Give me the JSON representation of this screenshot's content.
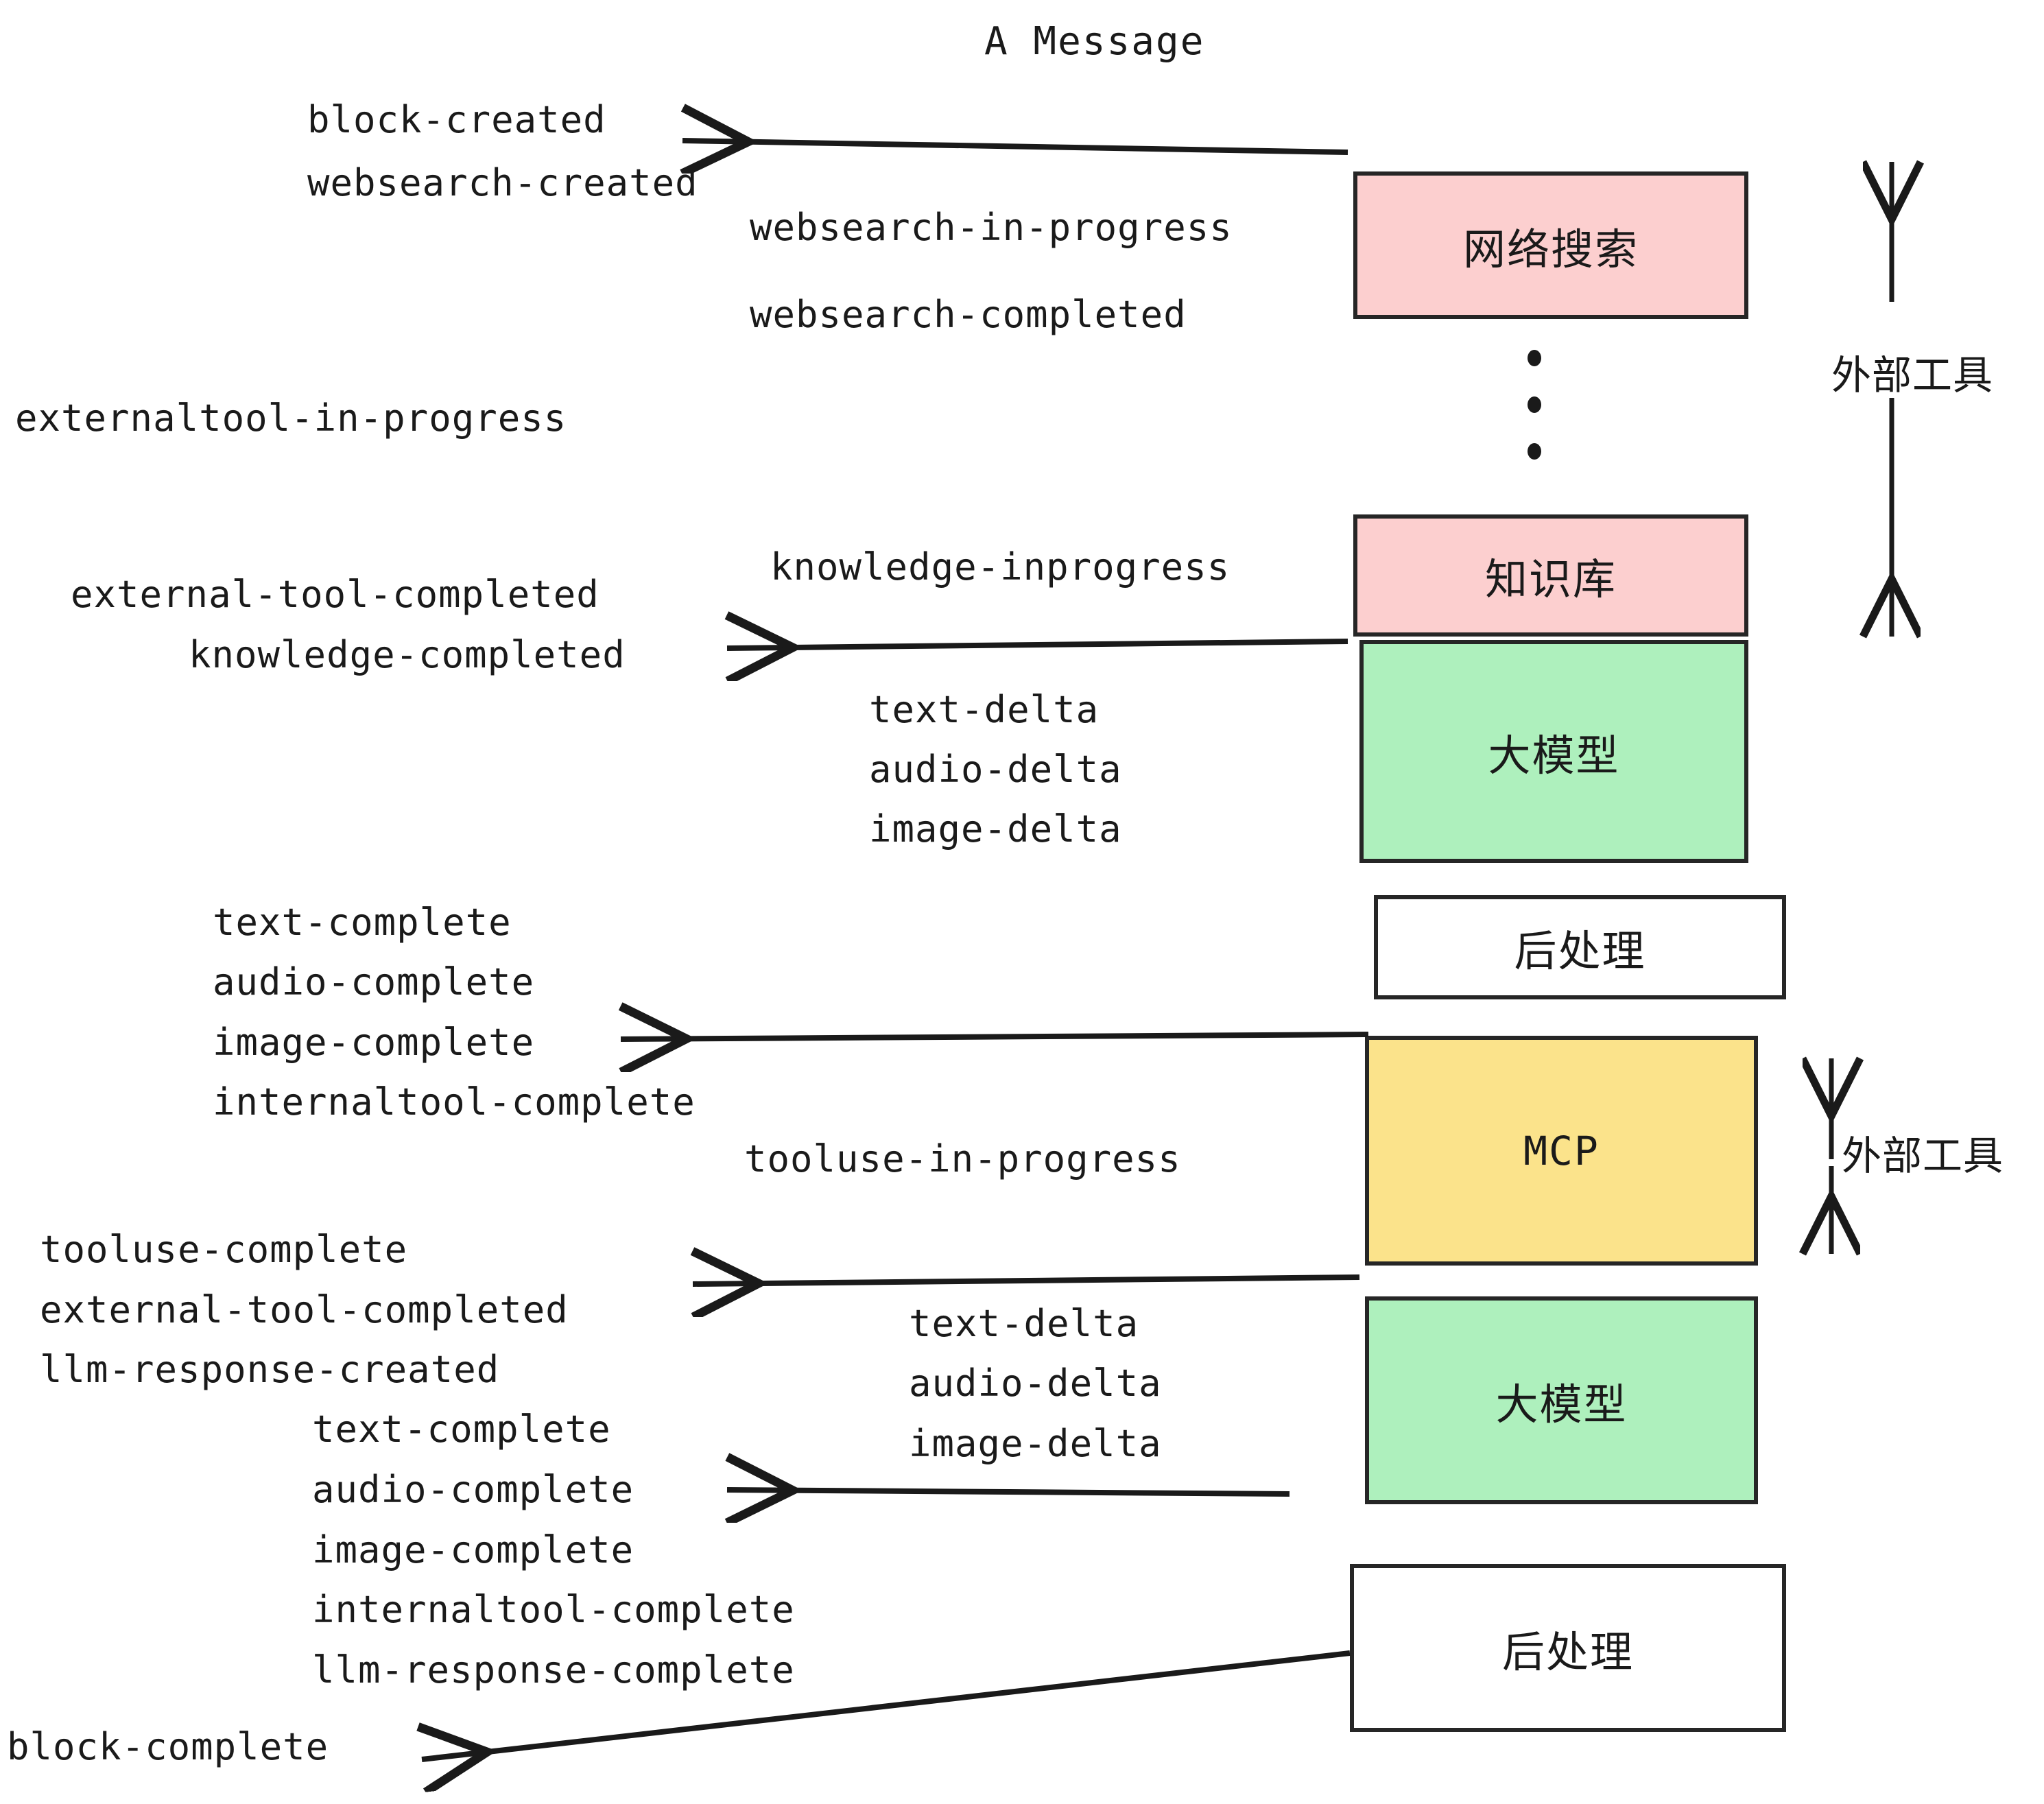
{
  "title": "A Message",
  "colors": {
    "pink": "#fccfcf",
    "green": "#aef0bd",
    "yellow": "#fbe38b",
    "white": "#ffffff",
    "stroke": "#262626",
    "text": "#1a1a1a"
  },
  "nodes": [
    {
      "id": "websearch",
      "label": "网络搜索",
      "fill": "#fccfcf"
    },
    {
      "id": "knowledge",
      "label": "知识库",
      "fill": "#fccfcf"
    },
    {
      "id": "llm1",
      "label": "大模型",
      "fill": "#aef0bd"
    },
    {
      "id": "post1",
      "label": "后处理",
      "fill": "#ffffff"
    },
    {
      "id": "mcp",
      "label": "MCP",
      "fill": "#fbe38b"
    },
    {
      "id": "llm2",
      "label": "大模型",
      "fill": "#aef0bd"
    },
    {
      "id": "post2",
      "label": "后处理",
      "fill": "#ffffff"
    }
  ],
  "side_labels": [
    {
      "id": "external-tools-top",
      "label": "外部工具"
    },
    {
      "id": "external-tools-bottom",
      "label": "外部工具"
    }
  ],
  "events": {
    "block_created": "block-created",
    "websearch_created": "websearch-created",
    "websearch_in_progress": "websearch-in-progress",
    "websearch_completed": "websearch-completed",
    "externaltool_in_progress": "externaltool-in-progress",
    "knowledge_inprogress": "knowledge-inprogress",
    "external_tool_completed_1": "external-tool-completed",
    "knowledge_completed": "knowledge-completed",
    "text_delta_1": "text-delta",
    "audio_delta_1": "audio-delta",
    "image_delta_1": "image-delta",
    "text_complete_1": "text-complete",
    "audio_complete_1": "audio-complete",
    "image_complete_1": "image-complete",
    "internaltool_complete_1": "internaltool-complete",
    "tooluse_in_progress": "tooluse-in-progress",
    "tooluse_complete": "tooluse-complete",
    "external_tool_completed_2": "external-tool-completed",
    "llm_response_created": "llm-response-created",
    "text_delta_2": "text-delta",
    "audio_delta_2": "audio-delta",
    "image_delta_2": "image-delta",
    "text_complete_2": "text-complete",
    "audio_complete_2": "audio-complete",
    "image_complete_2": "image-complete",
    "internaltool_complete_2": "internaltool-complete",
    "llm_response_complete": "llm-response-complete",
    "block_complete": "block-complete"
  }
}
